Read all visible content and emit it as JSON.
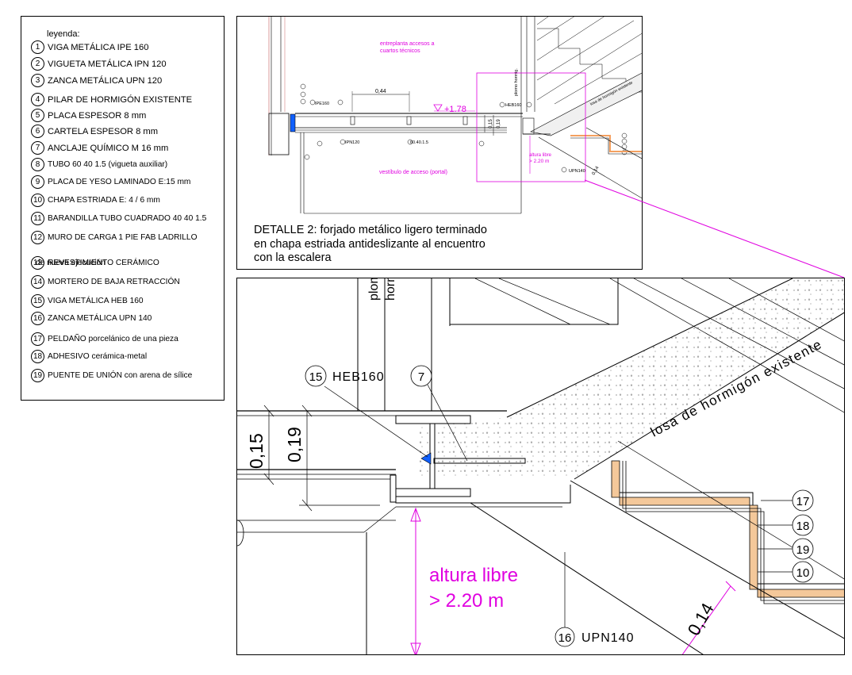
{
  "legend": {
    "title": "leyenda:",
    "items": [
      {
        "num": "1",
        "text": "VIGA METÁLICA IPE 160"
      },
      {
        "num": "2",
        "text": "VIGUETA METÁLICA IPN 120"
      },
      {
        "num": "3",
        "text": "ZANCA METÁLICA UPN 120"
      },
      {
        "num": "4",
        "text": "PILAR DE HORMIGÓN EXISTENTE"
      },
      {
        "num": "5",
        "text": "PLACA ESPESOR 8 mm"
      },
      {
        "num": "6",
        "text": "CARTELA ESPESOR 8 mm"
      },
      {
        "num": "7",
        "text": "ANCLAJE QUÍMICO M 16 mm"
      },
      {
        "num": "8",
        "text": "TUBO 60 40 1.5 (vigueta auxiliar)"
      },
      {
        "num": "9",
        "text": "PLACA DE YESO LAMINADO E:15 mm"
      },
      {
        "num": "10",
        "text": " CHAPA ESTRIADA E: 4 / 6 mm"
      },
      {
        "num": "11",
        "text": "BARANDILLA TUBO CUADRADO 40 40 1.5"
      },
      {
        "num": "12",
        "text": "MURO DE CARGA 1 PIE FAB LADRILLO"
      },
      {
        "num": "13",
        "text": "REVESTIMIENTO CERÁMICO"
      },
      {
        "num": "14",
        "text": "MORTERO DE BAJA RETRACCIÓN"
      },
      {
        "num": "15",
        "text": "VIGA METÁLICA HEB 160"
      },
      {
        "num": "16",
        "text": "ZANCA METÁLICA UPN 140"
      },
      {
        "num": "17",
        "text": "PELDAÑO porcelánico de una pieza"
      },
      {
        "num": "18",
        "text": "ADHESIVO cerámica-metal"
      },
      {
        "num": "19",
        "text": "PUENTE DE UNIÓN con arena de sílice"
      }
    ],
    "item12_sub": "de nueva ejecución"
  },
  "detail_top": {
    "caption_line1": "DETALLE 2: forjado metálico ligero terminado",
    "caption_line2": "en chapa estriada antideslizante al encuentro",
    "caption_line3": "con la escalera",
    "label_entreplanta_1": "entreplanta accesos a",
    "label_entreplanta_2": "cuartos técnicos",
    "label_vestibulo": "vestíbulo de acceso (portal)",
    "level": "+1.78",
    "dim_044": "0,44",
    "dim_015": "0,15",
    "dim_019": "0,19",
    "dim_014": "0,14",
    "altura_1": "altura libre",
    "altura_2": "> 2.20 m",
    "tag_ipe": "IPE160",
    "tag_ipn": "IPN120",
    "tag_tubo": "60.40.1.5",
    "tag_heb": "HEB160",
    "tag_upn": "UPN140",
    "vertical_text_1": "plomo hormig.",
    "losa": "losa de hormigón existente"
  },
  "detail_zoom": {
    "plomo": "plom",
    "horm": "horm",
    "callout_15": "15",
    "label_heb": "HEB160",
    "callout_7": "7",
    "dim_015": "0,15",
    "dim_019": "0,19",
    "losa": "losa de hormigón existente",
    "callout_17": "17",
    "callout_18": "18",
    "callout_19": "19",
    "callout_10": "10",
    "altura_1": "altura libre",
    "altura_2": "> 2.20 m",
    "dim_014": "0,14",
    "callout_16": "16",
    "label_upn": "UPN140"
  },
  "colors": {
    "magenta": "#e000e0",
    "blue": "#1060ff",
    "orange": "#f4c89a",
    "line": "#000000",
    "grey": "#7a7a7a"
  }
}
